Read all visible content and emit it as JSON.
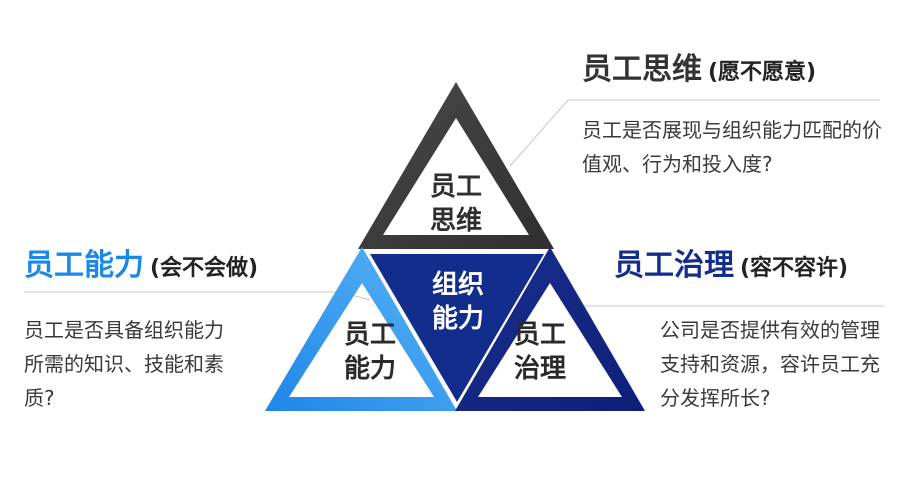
{
  "diagram": {
    "center_label": "组织\n能力",
    "nodes": [
      {
        "id": "mindset",
        "triangle_label": "员工\n思维",
        "title": "员工思维",
        "subtitle": "(愿不愿意)",
        "description": "员工是否展现与组织能力匹配的价值观、行为和投入度?",
        "color": "#3a3a3a"
      },
      {
        "id": "capability",
        "triangle_label": "员工\n能力",
        "title": "员工能力",
        "subtitle": "(会不会做)",
        "description": "员工是否具备组织能力所需的知识、技能和素质?",
        "color": "#1a88e6"
      },
      {
        "id": "governance",
        "triangle_label": "员工\n治理",
        "title": "员工治理",
        "subtitle": "(容不容许)",
        "description": "公司是否提供有效的管理支持和资源，容许员工充分发挥所长?",
        "color": "#132d8c"
      }
    ],
    "center_color": "#132d8c"
  }
}
